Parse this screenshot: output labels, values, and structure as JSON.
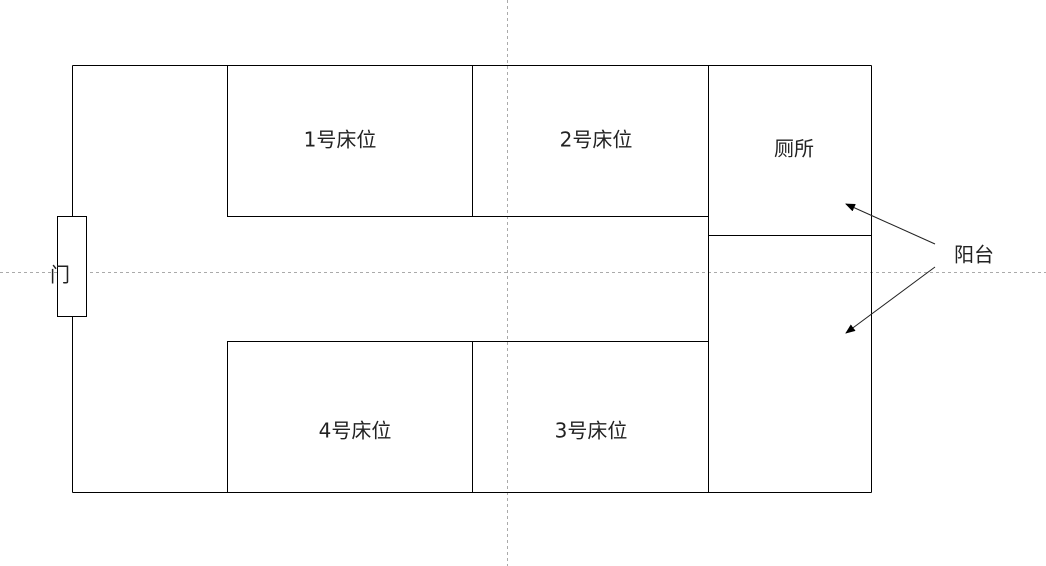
{
  "diagram": {
    "rooms": {
      "bed1": "1号床位",
      "bed2": "2号床位",
      "bed3": "3号床位",
      "bed4": "4号床位",
      "toilet": "厕所"
    },
    "door_label": "门",
    "balcony_label": "阳台",
    "line_color": "#000000",
    "guide_color": "#aaaaaa"
  }
}
